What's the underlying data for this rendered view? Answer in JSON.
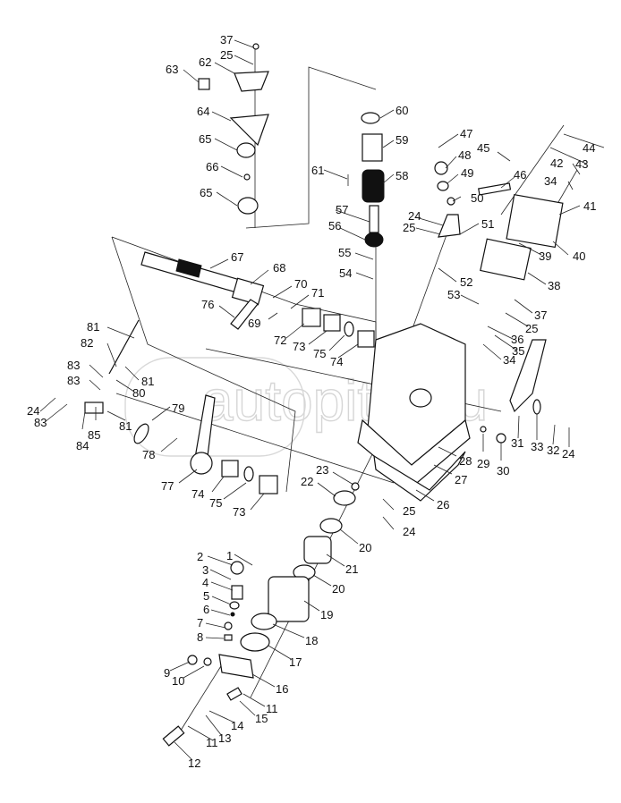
{
  "diagram": {
    "title": "Exploded parts diagram - hydraulic lift housing",
    "watermark": "autopitar.ru",
    "callouts": [
      {
        "id": "c37a",
        "text": "37"
      },
      {
        "id": "c25a",
        "text": "25"
      },
      {
        "id": "c62",
        "text": "62"
      },
      {
        "id": "c63",
        "text": "63"
      },
      {
        "id": "c64",
        "text": "64"
      },
      {
        "id": "c65a",
        "text": "65"
      },
      {
        "id": "c66",
        "text": "66"
      },
      {
        "id": "c65b",
        "text": "65"
      },
      {
        "id": "c60",
        "text": "60"
      },
      {
        "id": "c59",
        "text": "59"
      },
      {
        "id": "c61",
        "text": "61"
      },
      {
        "id": "c58",
        "text": "58"
      },
      {
        "id": "c57",
        "text": "57"
      },
      {
        "id": "c56",
        "text": "56"
      },
      {
        "id": "c55",
        "text": "55"
      },
      {
        "id": "c54",
        "text": "54"
      },
      {
        "id": "c47",
        "text": "47"
      },
      {
        "id": "c45",
        "text": "45"
      },
      {
        "id": "c48",
        "text": "48"
      },
      {
        "id": "c49",
        "text": "49"
      },
      {
        "id": "c46",
        "text": "46"
      },
      {
        "id": "c50",
        "text": "50"
      },
      {
        "id": "c24a",
        "text": "24"
      },
      {
        "id": "c25b",
        "text": "25"
      },
      {
        "id": "c51",
        "text": "51"
      },
      {
        "id": "c52",
        "text": "52"
      },
      {
        "id": "c44",
        "text": "44"
      },
      {
        "id": "c43",
        "text": "43"
      },
      {
        "id": "c42",
        "text": "42"
      },
      {
        "id": "c34a",
        "text": "34"
      },
      {
        "id": "c41",
        "text": "41"
      },
      {
        "id": "c39",
        "text": "39"
      },
      {
        "id": "c40",
        "text": "40"
      },
      {
        "id": "c38",
        "text": "38"
      },
      {
        "id": "c67",
        "text": "67"
      },
      {
        "id": "c68",
        "text": "68"
      },
      {
        "id": "c70",
        "text": "70"
      },
      {
        "id": "c71",
        "text": "71"
      },
      {
        "id": "c76",
        "text": "76"
      },
      {
        "id": "c69",
        "text": "69"
      },
      {
        "id": "c72",
        "text": "72"
      },
      {
        "id": "c73a",
        "text": "73"
      },
      {
        "id": "c75a",
        "text": "75"
      },
      {
        "id": "c74a",
        "text": "74"
      },
      {
        "id": "c53",
        "text": "53"
      },
      {
        "id": "c37b",
        "text": "37"
      },
      {
        "id": "c25c",
        "text": "25"
      },
      {
        "id": "c36",
        "text": "36"
      },
      {
        "id": "c35",
        "text": "35"
      },
      {
        "id": "c34b",
        "text": "34"
      },
      {
        "id": "c81a",
        "text": "81"
      },
      {
        "id": "c82",
        "text": "82"
      },
      {
        "id": "c83a",
        "text": "83"
      },
      {
        "id": "c81b",
        "text": "81"
      },
      {
        "id": "c83b",
        "text": "83"
      },
      {
        "id": "c80",
        "text": "80"
      },
      {
        "id": "c24b",
        "text": "24"
      },
      {
        "id": "c83c",
        "text": "83"
      },
      {
        "id": "c79",
        "text": "79"
      },
      {
        "id": "c85",
        "text": "85"
      },
      {
        "id": "c81c",
        "text": "81"
      },
      {
        "id": "c84",
        "text": "84"
      },
      {
        "id": "c78",
        "text": "78"
      },
      {
        "id": "c31",
        "text": "31"
      },
      {
        "id": "c33",
        "text": "33"
      },
      {
        "id": "c32",
        "text": "32"
      },
      {
        "id": "c24c",
        "text": "24"
      },
      {
        "id": "c29",
        "text": "29"
      },
      {
        "id": "c30",
        "text": "30"
      },
      {
        "id": "c28",
        "text": "28"
      },
      {
        "id": "c27",
        "text": "27"
      },
      {
        "id": "c26",
        "text": "26"
      },
      {
        "id": "c77",
        "text": "77"
      },
      {
        "id": "c74b",
        "text": "74"
      },
      {
        "id": "c75b",
        "text": "75"
      },
      {
        "id": "c73b",
        "text": "73"
      },
      {
        "id": "c23",
        "text": "23"
      },
      {
        "id": "c22",
        "text": "22"
      },
      {
        "id": "c25d",
        "text": "25"
      },
      {
        "id": "c24d",
        "text": "24"
      },
      {
        "id": "c20a",
        "text": "20"
      },
      {
        "id": "c21",
        "text": "21"
      },
      {
        "id": "c20b",
        "text": "20"
      },
      {
        "id": "c19",
        "text": "19"
      },
      {
        "id": "c18",
        "text": "18"
      },
      {
        "id": "c17",
        "text": "17"
      },
      {
        "id": "c2",
        "text": "2"
      },
      {
        "id": "c1",
        "text": "1"
      },
      {
        "id": "c3",
        "text": "3"
      },
      {
        "id": "c4",
        "text": "4"
      },
      {
        "id": "c5",
        "text": "5"
      },
      {
        "id": "c6",
        "text": "6"
      },
      {
        "id": "c7",
        "text": "7"
      },
      {
        "id": "c8",
        "text": "8"
      },
      {
        "id": "c9",
        "text": "9"
      },
      {
        "id": "c10",
        "text": "10"
      },
      {
        "id": "c16",
        "text": "16"
      },
      {
        "id": "c11a",
        "text": "11"
      },
      {
        "id": "c15",
        "text": "15"
      },
      {
        "id": "c14",
        "text": "14"
      },
      {
        "id": "c11b",
        "text": "11"
      },
      {
        "id": "c13",
        "text": "13"
      },
      {
        "id": "c12",
        "text": "12"
      }
    ]
  }
}
